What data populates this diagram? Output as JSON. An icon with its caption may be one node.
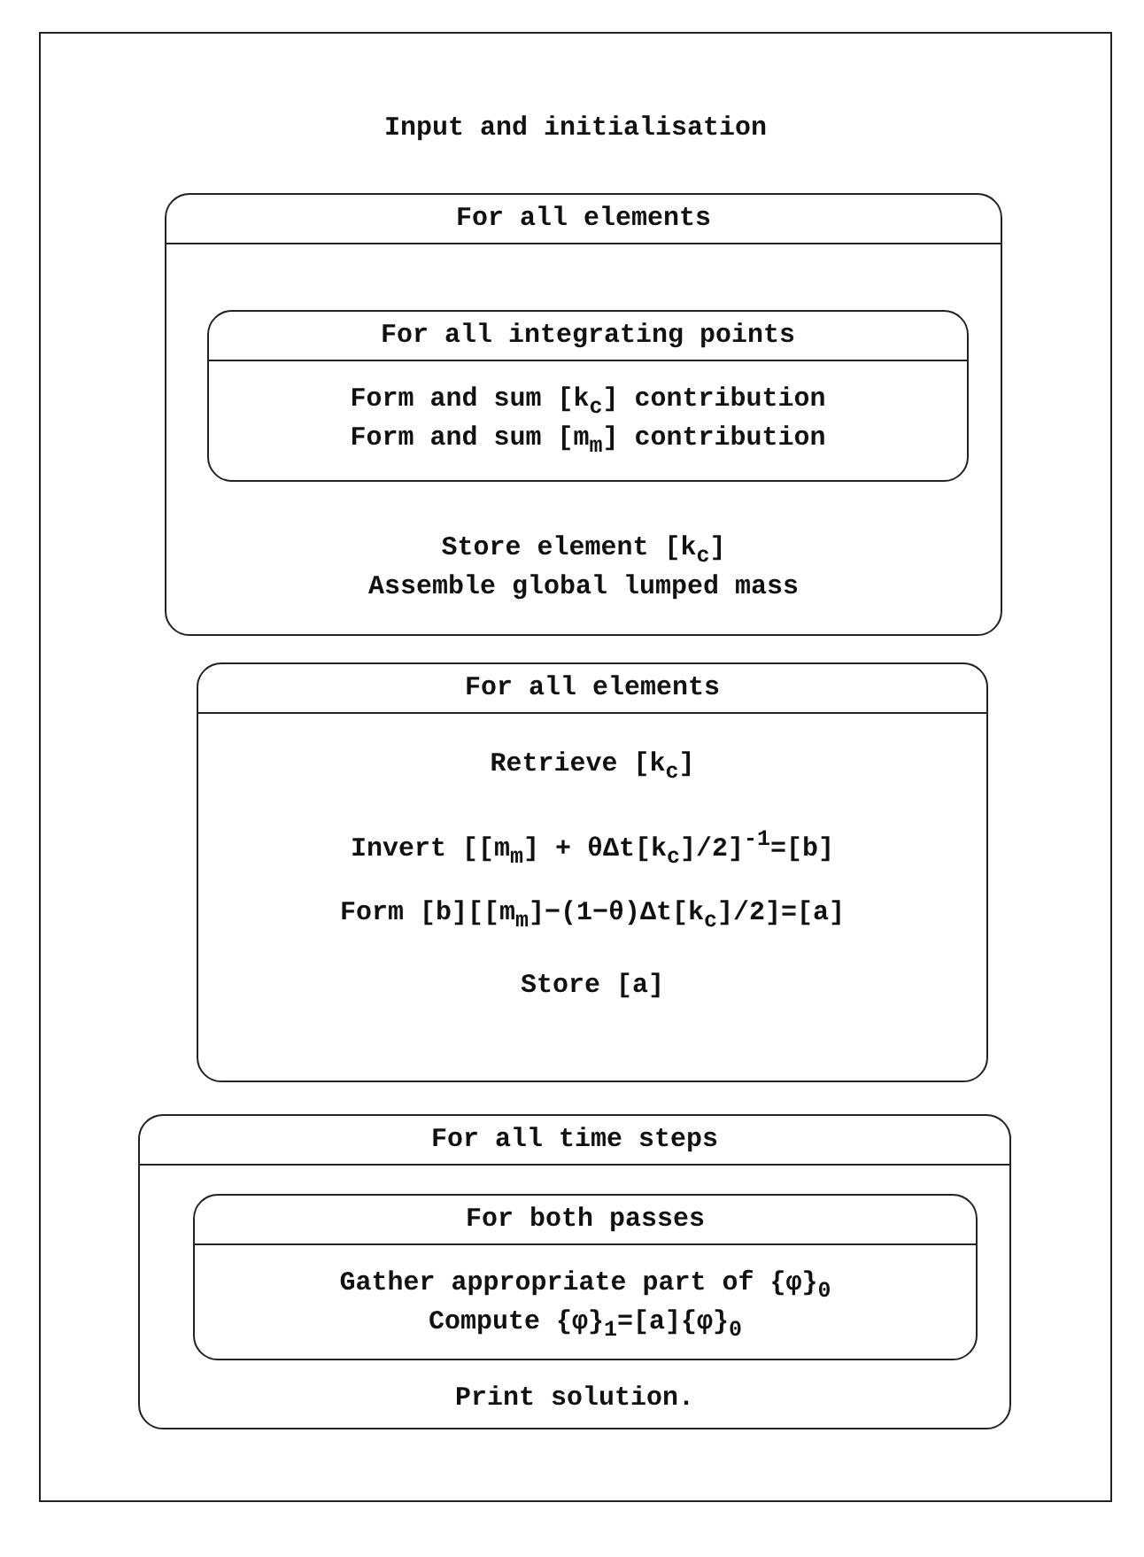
{
  "diagram": {
    "nodes": [
      {
        "text": [
          "Input and initialisation"
        ]
      },
      {
        "text": [
          "For all elements",
          "Store element [k$_{c}$]",
          "Assemble global lumped mass"
        ],
        "in": 0
      },
      {
        "text": [
          "For all integrating points",
          "Form and sum [k$_{c}$] contribution",
          "Form and sum [m$_{m}$] contribution"
        ],
        "in": 1
      },
      {
        "text": [
          "For all elements",
          "Retrieve [k$_{c}$]",
          "Invert [[m$_{m}$] + θΔt[k$_{c}$]/2]$^{-1}$=[b]",
          "Form [b][[m$_{m}$]−(1−θ)Δt[k$_{c}$]/2]=[a]",
          "Store [a]"
        ],
        "in": 0
      },
      {
        "text": [
          "For all time steps",
          "Print solution."
        ],
        "in": 0
      },
      {
        "text": [
          "For both passes",
          "Gather appropriate part of {φ}$_{0}$",
          "Compute {φ}$_{1}$=[a]{φ}$_{0}$"
        ],
        "in": 4
      }
    ],
    "edges": []
  }
}
